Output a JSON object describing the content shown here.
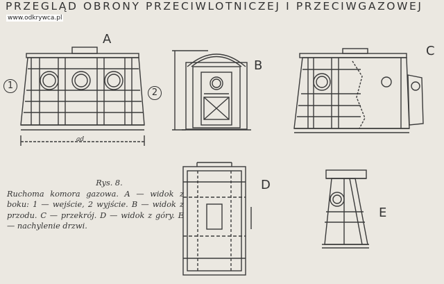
{
  "header": {
    "title": "PRZEGLĄD OBRONY PRZECIWLOTNICZEJ I PRZECIWGAZOWEJ"
  },
  "watermark": "www.odkrywca.pl",
  "figure": {
    "labels": {
      "A": "A",
      "B": "B",
      "C": "C",
      "D": "D",
      "E": "E",
      "one": "1",
      "two": "2"
    },
    "dim_label": "ad"
  },
  "caption": {
    "number": "Rys. 8.",
    "text": "Ruchoma komora gazowa. A — widok z boku: 1 — wejście, 2 wyjście. B — widok z przodu. C — przekrój. D — widok z góry. E — nachylenie drzwi."
  }
}
